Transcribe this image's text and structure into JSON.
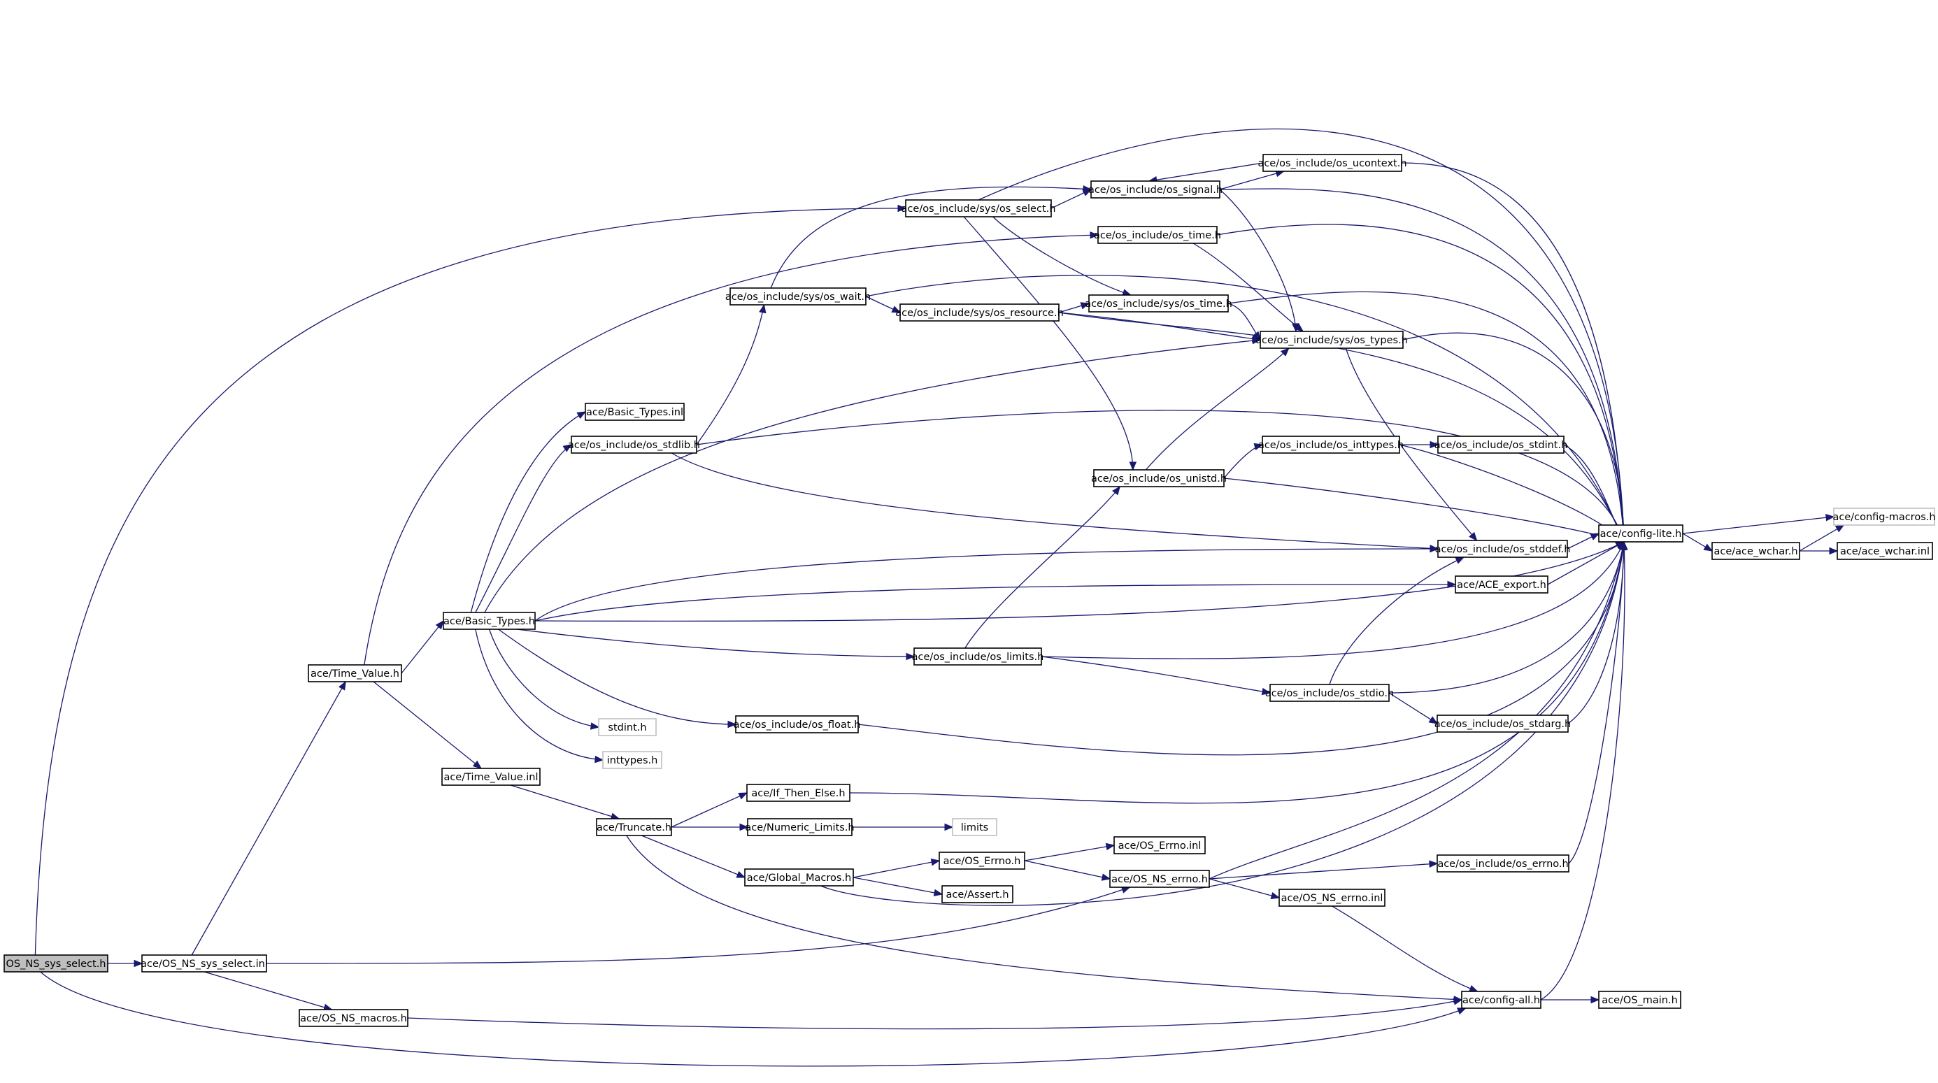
{
  "graph": {
    "nodes": {
      "n_os_ns_sys_select_h": "OS_NS_sys_select.h",
      "n_os_ns_sys_select_inl": "ace/OS_NS_sys_select.inl",
      "n_os_ns_macros": "ace/OS_NS_macros.h",
      "n_time_value_h": "ace/Time_Value.h",
      "n_time_value_inl": "ace/Time_Value.inl",
      "n_basic_types_h": "ace/Basic_Types.h",
      "n_basic_types_inl": "ace/Basic_Types.inl",
      "n_os_stdlib": "ace/os_include/os_stdlib.h",
      "n_stdint": "stdint.h",
      "n_inttypes": "inttypes.h",
      "n_sys_os_wait": "ace/os_include/sys/os_wait.h",
      "n_sys_os_select": "ace/os_include/sys/os_select.h",
      "n_sys_os_resource": "ace/os_include/sys/os_resource.h",
      "n_os_signal": "ace/os_include/os_signal.h",
      "n_os_ucontext": "ace/os_include/os_ucontext.h",
      "n_os_time": "ace/os_include/os_time.h",
      "n_sys_os_time": "ace/os_include/sys/os_time.h",
      "n_sys_os_types": "ace/os_include/sys/os_types.h",
      "n_os_unistd": "ace/os_include/os_unistd.h",
      "n_os_inttypes": "ace/os_include/os_inttypes.h",
      "n_os_stdint": "ace/os_include/os_stdint.h",
      "n_os_stddef": "ace/os_include/os_stddef.h",
      "n_ace_export": "ace/ACE_export.h",
      "n_os_limits": "ace/os_include/os_limits.h",
      "n_os_stdio": "ace/os_include/os_stdio.h",
      "n_os_stdarg": "ace/os_include/os_stdarg.h",
      "n_os_float": "ace/os_include/os_float.h",
      "n_config_lite": "ace/config-lite.h",
      "n_config_macros": "ace/config-macros.h",
      "n_ace_wchar_h": "ace/ace_wchar.h",
      "n_ace_wchar_inl": "ace/ace_wchar.inl",
      "n_truncate": "ace/Truncate.h",
      "n_if_then_else": "ace/If_Then_Else.h",
      "n_numeric_limits": "ace/Numeric_Limits.h",
      "n_limits": "limits",
      "n_global_macros": "ace/Global_Macros.h",
      "n_os_errno_h": "ace/OS_Errno.h",
      "n_os_errno_inl": "ace/OS_Errno.inl",
      "n_assert": "ace/Assert.h",
      "n_os_ns_errno_h": "ace/OS_NS_errno.h",
      "n_os_ns_errno_inl": "ace/OS_NS_errno.inl",
      "n_os_include_errno": "ace/os_include/os_errno.h",
      "n_config_all": "ace/config-all.h",
      "n_os_main": "ace/OS_main.h"
    }
  }
}
